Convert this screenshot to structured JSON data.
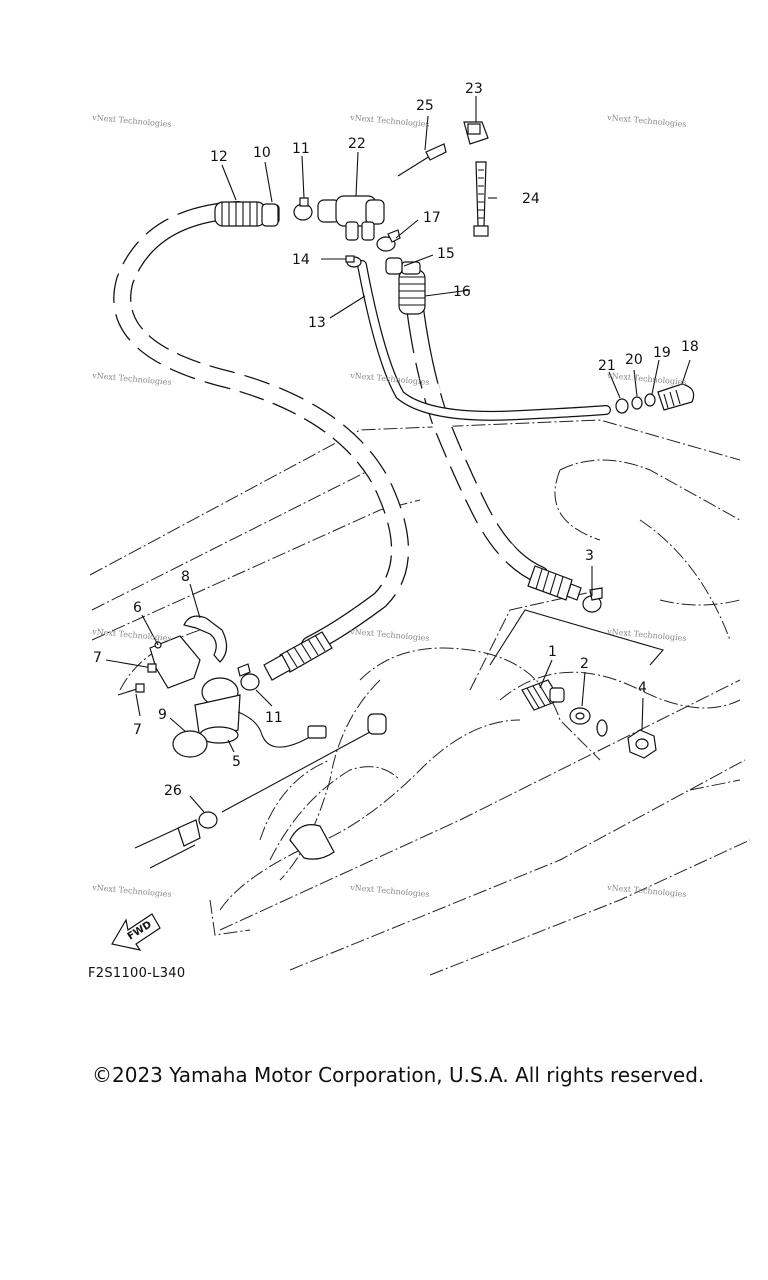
{
  "callouts": {
    "c1": "1",
    "c2": "2",
    "c3": "3",
    "c4": "4",
    "c5": "5",
    "c6": "6",
    "c7a": "7",
    "c7b": "7",
    "c8": "8",
    "c9": "9",
    "c10": "10",
    "c11a": "11",
    "c11b": "11",
    "c12": "12",
    "c13": "13",
    "c14": "14",
    "c15": "15",
    "c16": "16",
    "c17": "17",
    "c18": "18",
    "c19": "19",
    "c20": "20",
    "c21": "21",
    "c22": "22",
    "c23": "23",
    "c24": "24",
    "c25": "25",
    "c26": "26"
  },
  "watermark": {
    "text": "vNext Technologies"
  },
  "fwd_label": "FWD",
  "diagram_code": "F2S1100-L340",
  "copyright": "©2023 Yamaha Motor Corporation, U.S.A. All rights reserved."
}
